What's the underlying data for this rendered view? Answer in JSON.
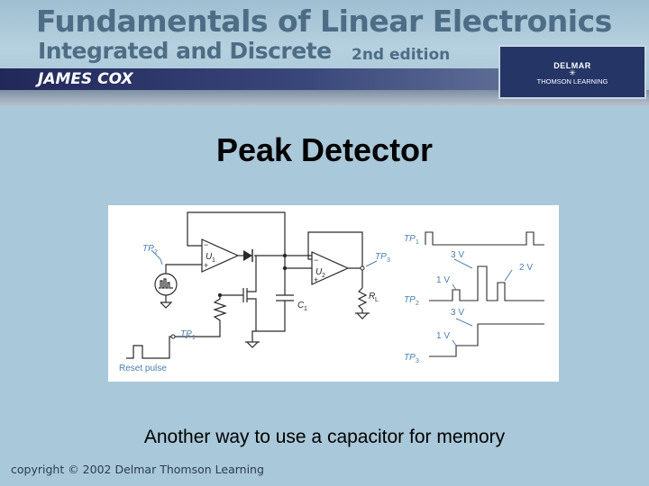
{
  "banner": {
    "title_line1": "Fundamentals of Linear Electronics",
    "title_line2": "Integrated and Discrete",
    "edition": "2nd edition",
    "author": "JAMES COX",
    "publisher_logo": {
      "name": "DELMAR",
      "subtitle": "THOMSON LEARNING"
    }
  },
  "slide": {
    "title": "Peak Detector",
    "caption": "Another way to use a capacitor for memory"
  },
  "diagram": {
    "circuit": {
      "tp2": "TP",
      "tp2_sub": "2",
      "u1": "U",
      "u1_sub": "1",
      "u2": "U",
      "u2_sub": "2",
      "tp3": "TP",
      "tp3_sub": "3",
      "rl": "R",
      "rl_sub": "L",
      "c1": "C",
      "c1_sub": "1",
      "tp1": "TP",
      "tp1_sub": "1",
      "reset_pulse": "Reset pulse",
      "minus": "−",
      "plus": "+"
    },
    "waveforms": {
      "tp1": "TP",
      "tp1_sub": "1",
      "tp2": "TP",
      "tp2_sub": "2",
      "tp3": "TP",
      "tp3_sub": "3",
      "v3a": "3 V",
      "v1a": "1 V",
      "v2": "2 V",
      "v3b": "3 V",
      "v1b": "1 V"
    }
  },
  "footer": {
    "copyright": "copyright © 2002 Delmar Thomson Learning"
  }
}
